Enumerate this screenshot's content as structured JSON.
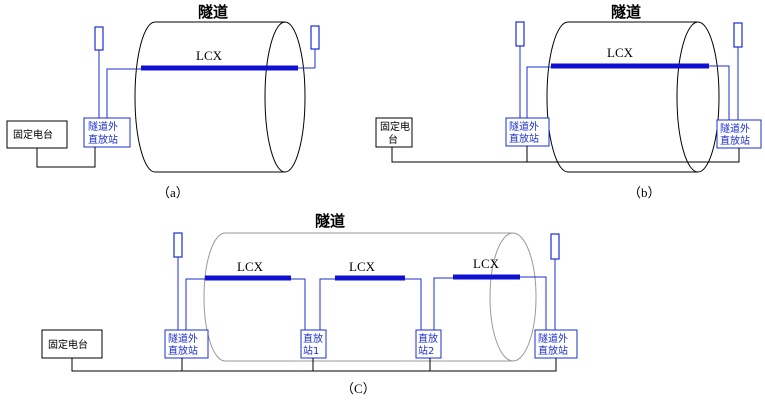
{
  "diagram_a": {
    "tunnel_label": "隧道",
    "cable_label": "LCX",
    "fixed_station": "固定电台",
    "repeater": [
      "隧道外",
      "直放站"
    ],
    "caption": "（a）"
  },
  "diagram_b": {
    "tunnel_label": "隧道",
    "cable_label": "LCX",
    "fixed_station": [
      "固定电",
      "台"
    ],
    "repeater_left": [
      "隧道外",
      "直放站"
    ],
    "repeater_right": [
      "隧道外",
      "直放站"
    ],
    "caption": "（b）"
  },
  "diagram_c": {
    "tunnel_label": "隧道",
    "cable_labels": [
      "LCX",
      "LCX",
      "LCX"
    ],
    "fixed_station": "固定电台",
    "repeater_left": [
      "隧道外",
      "直放站"
    ],
    "repeater_mid1": [
      "直放",
      "站1"
    ],
    "repeater_mid2": [
      "直放",
      "站2"
    ],
    "repeater_right": [
      "隧道外",
      "直放站"
    ],
    "caption": "（C）"
  },
  "colors": {
    "cable": "#1010d0",
    "repeater_border": "#1a2fd0",
    "wire": "#000000",
    "tunnel_c_outline": "#9a9a9a"
  }
}
